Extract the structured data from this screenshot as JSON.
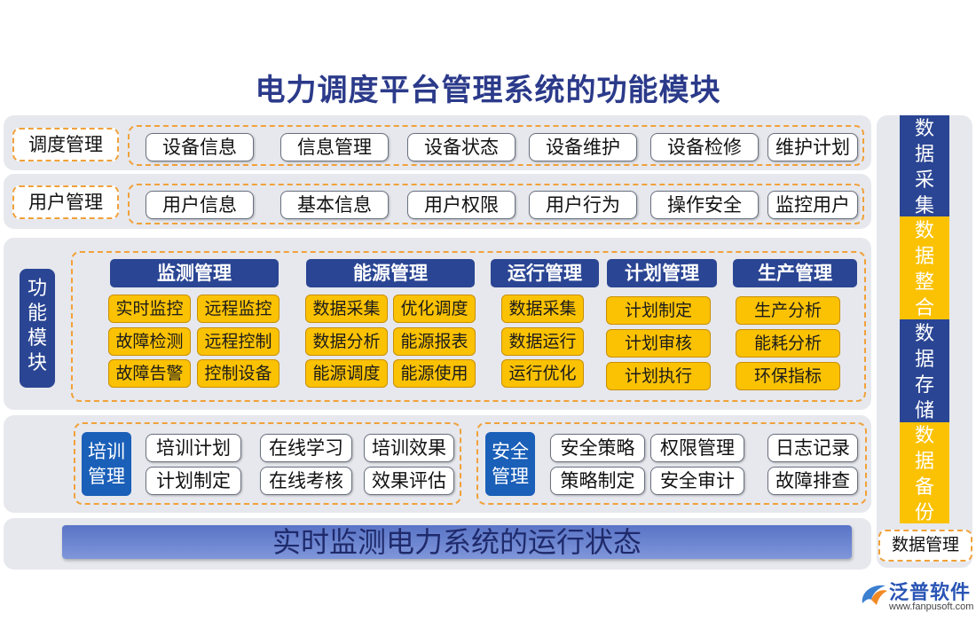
{
  "title": "电力调度平台管理系统的功能模块",
  "dispatch": {
    "label": "调度管理",
    "items": [
      "设备信息",
      "信息管理",
      "设备状态",
      "设备维护",
      "设备检修",
      "维护计划"
    ]
  },
  "user": {
    "label": "用户管理",
    "items": [
      "用户信息",
      "基本信息",
      "用户权限",
      "用户行为",
      "操作安全",
      "监控用户"
    ]
  },
  "func": {
    "label_chars": [
      "功",
      "能",
      "模",
      "块"
    ],
    "groups": [
      {
        "header": "监测管理",
        "items": [
          "实时监控",
          "远程监控",
          "故障检测",
          "远程控制",
          "故障告警",
          "控制设备"
        ]
      },
      {
        "header": "能源管理",
        "items": [
          "数据采集",
          "优化调度",
          "数据分析",
          "能源报表",
          "能源调度",
          "能源使用"
        ]
      },
      {
        "header": "运行管理",
        "items": [
          "数据采集",
          "数据运行",
          "运行优化"
        ]
      },
      {
        "header": "计划管理",
        "items": [
          "计划制定",
          "计划审核",
          "计划执行"
        ]
      },
      {
        "header": "生产管理",
        "items": [
          "生产分析",
          "能耗分析",
          "环保指标"
        ]
      }
    ]
  },
  "training": {
    "label_lines": [
      "培训",
      "管理"
    ],
    "items": [
      "培训计划",
      "在线学习",
      "培训效果",
      "计划制定",
      "在线考核",
      "效果评估"
    ]
  },
  "security": {
    "label_lines": [
      "安全",
      "管理"
    ],
    "items": [
      "安全策略",
      "权限管理",
      "日志记录",
      "策略制定",
      "安全审计",
      "故障排查"
    ]
  },
  "footer": {
    "text": "实时监测电力系统的运行状态"
  },
  "right": {
    "segments": [
      {
        "chars": [
          "数",
          "据",
          "采",
          "集"
        ],
        "color": "#2a4593",
        "text_color": "#ffffff"
      },
      {
        "chars": [
          "数",
          "据",
          "整",
          "合"
        ],
        "color": "#fbc204",
        "text_color": "#ffffff"
      },
      {
        "chars": [
          "数",
          "据",
          "存",
          "储"
        ],
        "color": "#2a4593",
        "text_color": "#ffffff"
      },
      {
        "chars": [
          "数",
          "据",
          "备",
          "份"
        ],
        "color": "#fbc204",
        "text_color": "#ffffff"
      }
    ],
    "label": "数据管理"
  },
  "logo": {
    "name": "泛普软件",
    "url": "www.fanpusoft.com"
  },
  "colors": {
    "navy": "#2a4593",
    "gold": "#fbc204",
    "dash": "#f1a13a",
    "band": "#e6e8ed"
  }
}
